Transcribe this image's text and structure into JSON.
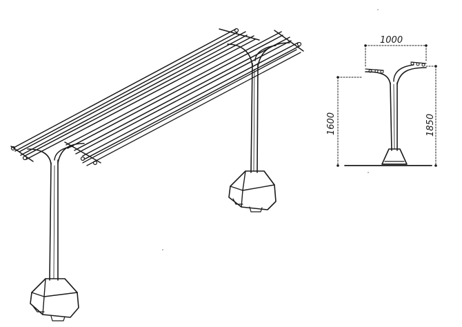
{
  "drawing": {
    "type": "technical-sketch",
    "ink_color": "#1a1a1a",
    "background": "#ffffff"
  },
  "dimensions": {
    "width": "1000",
    "post_height": "1600",
    "total_height": "1850"
  }
}
